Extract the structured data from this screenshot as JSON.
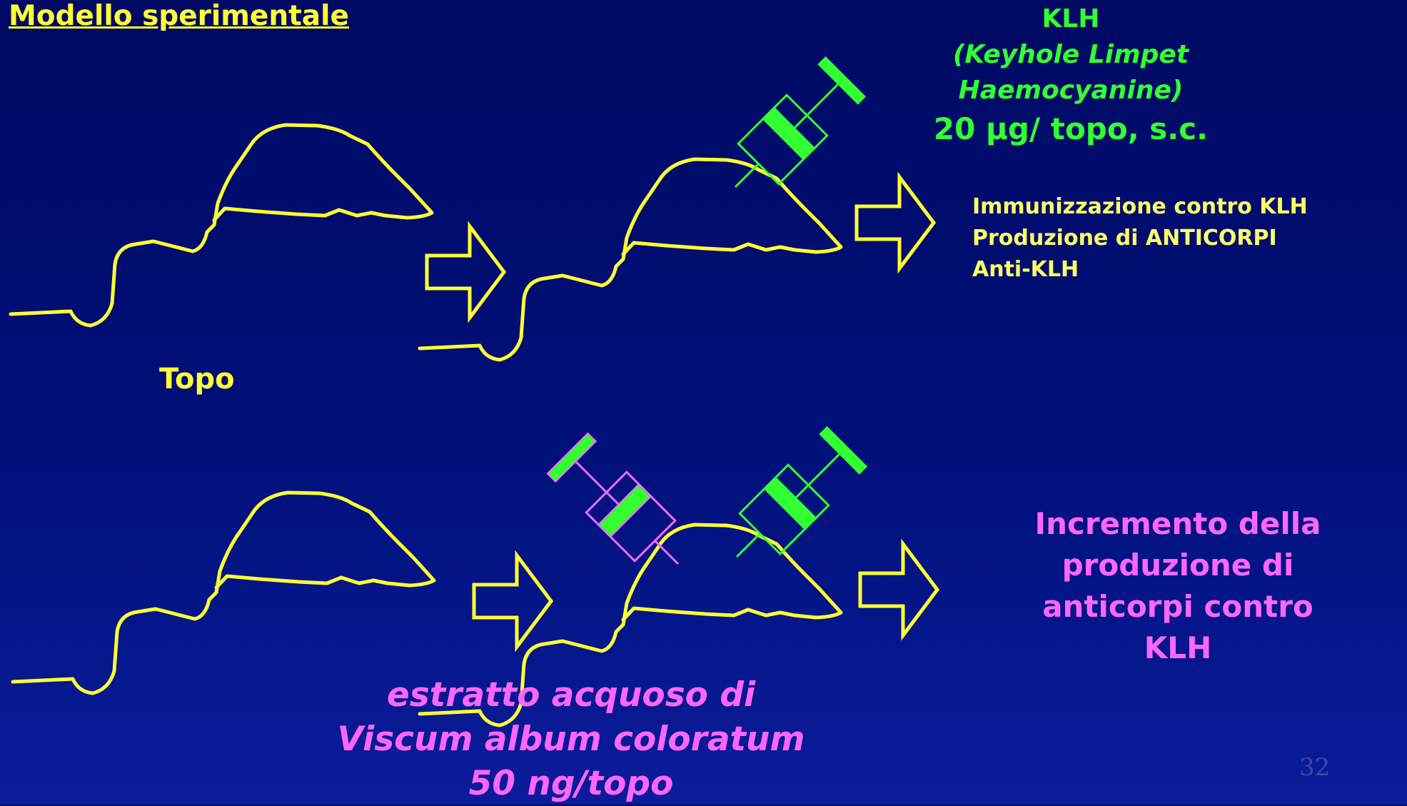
{
  "title": "Modello sperimentale",
  "klh": {
    "title": "KLH",
    "name_line1": "(Keyhole Limpet",
    "name_line2": "Haemocyanine)",
    "dose": "20 µg/ topo, s.c."
  },
  "result_top": {
    "line1": "Immunizzazione contro KLH",
    "line2": "Produzione di  ANTICORPI",
    "line3": "Anti-KLH"
  },
  "mouse_label": "Topo",
  "result_bottom": {
    "line1": "Incremento della",
    "line2": "produzione di",
    "line3": "anticorpi contro",
    "line4": "KLH"
  },
  "viscum": {
    "line1": "estratto acquoso di",
    "line2": "Viscum album coloratum",
    "line3": "50 ng/topo"
  },
  "page_number": "32",
  "colors": {
    "background": "#000a63",
    "mouse_outline": "#ffff33",
    "klh_syringe": "#33ff33",
    "viscum_syringe": "#ff66ff",
    "title_text": "#ffff33",
    "klh_text": "#33ff33",
    "result_top_text": "#ffff66",
    "result_bottom_text": "#ff66ff"
  }
}
